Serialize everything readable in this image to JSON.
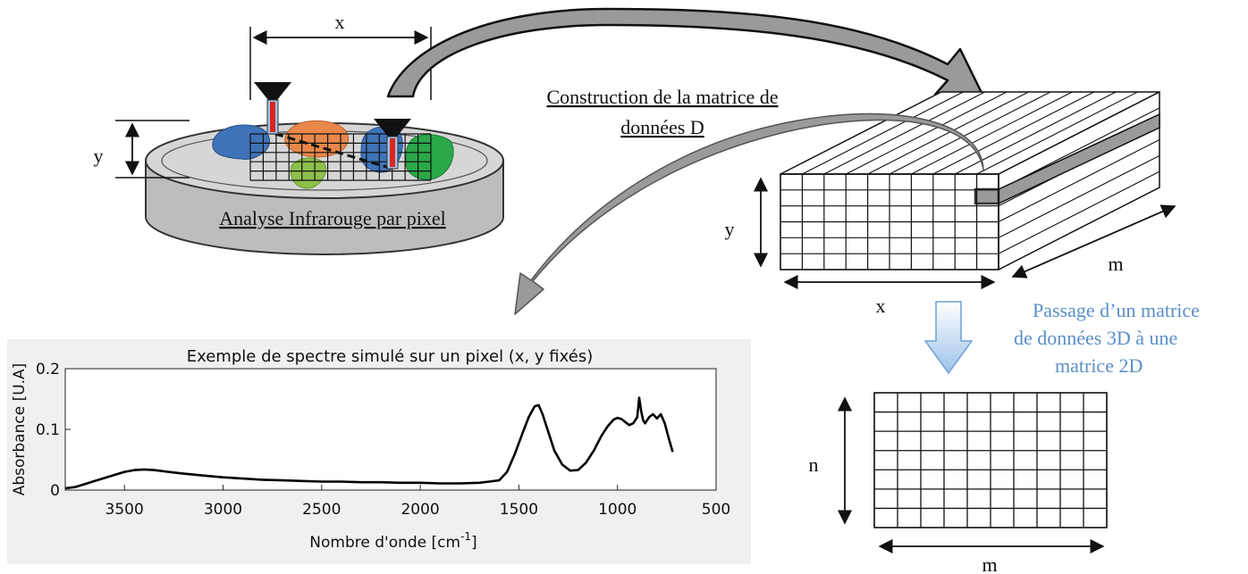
{
  "petri": {
    "x_label": "x",
    "y_label": "y",
    "caption": "Analyse Infrarouge par pixel"
  },
  "construction_label": {
    "line1": "Construction de la matrice de",
    "line2": "données D"
  },
  "cube": {
    "y_label": "y",
    "x_label": "x",
    "m_label": "m"
  },
  "transition_note": {
    "line1": "Passage d’un matrice",
    "line2": "de données 3D à une",
    "line3": "matrice 2D"
  },
  "matrix2d": {
    "n_label": "n",
    "m_label": "m"
  },
  "colors": {
    "blob_blue": "#3f73b8",
    "blob_orange": "#e8874a",
    "blob_green": "#2aa84a",
    "blob_lightgreen": "#8dbf4a",
    "probe_red": "#d9261c",
    "note_blue": "#5b8fc7",
    "arrow_gray": "#9a9a9a"
  },
  "chart_data": {
    "type": "line",
    "title": "Exemple de spectre simulé sur un pixel (x, y fixés)",
    "xlabel": "Nombre d'onde [cm-1]",
    "xlabel_base": "Nombre d'onde [cm",
    "xlabel_sup": "-1",
    "xlabel_end": "]",
    "ylabel": "Absorbance [U.A]",
    "xlim": [
      3800,
      500
    ],
    "ylim": [
      0,
      0.2
    ],
    "xticks": [
      "3500",
      "3000",
      "2500",
      "2000",
      "1500",
      "1000",
      "500"
    ],
    "yticks": [
      "0",
      "0.1",
      "0.2"
    ],
    "series": [
      {
        "x": [
          3800,
          3750,
          3700,
          3650,
          3600,
          3550,
          3500,
          3450,
          3400,
          3350,
          3300,
          3250,
          3200,
          3100,
          3000,
          2900,
          2800,
          2700,
          2600,
          2500,
          2400,
          2300,
          2200,
          2100,
          2000,
          1900,
          1800,
          1700,
          1650,
          1600,
          1560,
          1520,
          1480,
          1450,
          1420,
          1400,
          1380,
          1350,
          1320,
          1280,
          1240,
          1200,
          1160,
          1120,
          1080,
          1050,
          1020,
          1000,
          980,
          960,
          940,
          920,
          900,
          890,
          880,
          870,
          860,
          840,
          820,
          800,
          780,
          760,
          740,
          720
        ],
        "y": [
          0.003,
          0.005,
          0.01,
          0.015,
          0.02,
          0.025,
          0.03,
          0.033,
          0.034,
          0.033,
          0.031,
          0.029,
          0.027,
          0.024,
          0.021,
          0.019,
          0.017,
          0.016,
          0.015,
          0.014,
          0.014,
          0.013,
          0.013,
          0.012,
          0.012,
          0.011,
          0.011,
          0.012,
          0.014,
          0.016,
          0.03,
          0.06,
          0.095,
          0.12,
          0.138,
          0.14,
          0.125,
          0.095,
          0.065,
          0.042,
          0.032,
          0.033,
          0.045,
          0.065,
          0.09,
          0.105,
          0.116,
          0.119,
          0.117,
          0.112,
          0.107,
          0.11,
          0.12,
          0.152,
          0.13,
          0.115,
          0.11,
          0.12,
          0.125,
          0.118,
          0.125,
          0.11,
          0.085,
          0.063
        ]
      }
    ]
  }
}
